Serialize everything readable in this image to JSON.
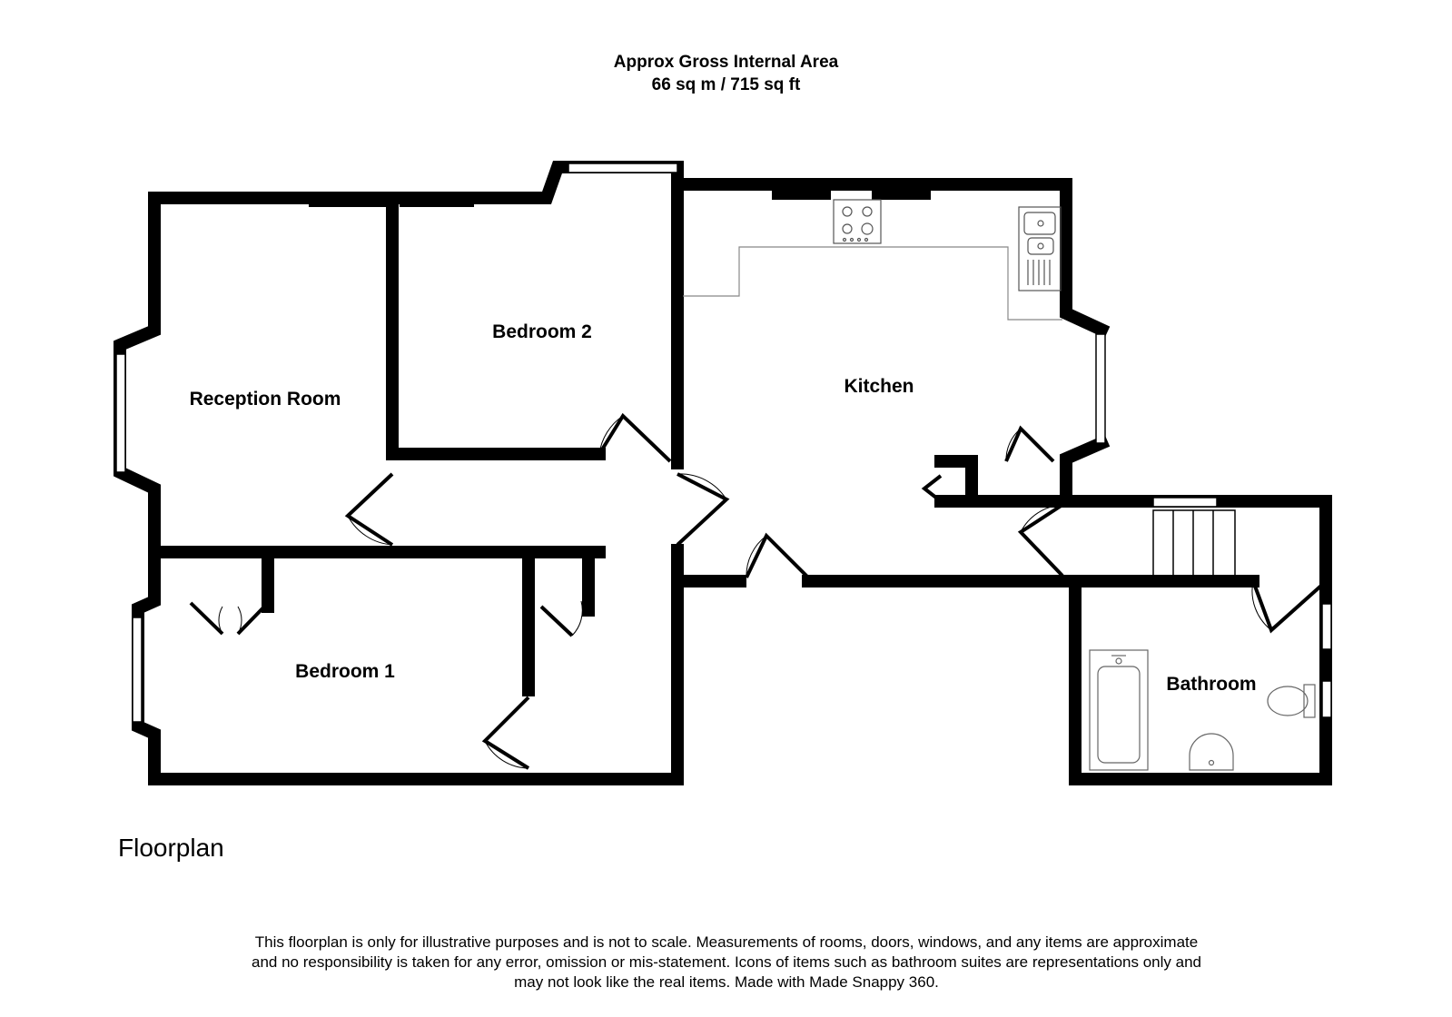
{
  "header": {
    "title": "Approx Gross Internal Area",
    "area": "66 sq m / 715 sq ft"
  },
  "rooms": {
    "reception_room": "Reception Room",
    "bedroom_2": "Bedroom 2",
    "kitchen": "Kitchen",
    "bedroom_1": "Bedroom 1",
    "bathroom": "Bathroom"
  },
  "floor_label": "Floorplan",
  "disclaimer": {
    "line1": "This floorplan is only for illustrative purposes and is not to scale. Measurements of rooms, doors, windows, and any items are approximate",
    "line2": "and no responsibility is taken for any error, omission or mis-statement. Icons of items such as bathroom suites are representations only and",
    "line3": "may not look like the real items. Made with Made Snappy 360."
  },
  "colors": {
    "wall": "#000000",
    "fixture": "#888888",
    "background": "#ffffff"
  }
}
